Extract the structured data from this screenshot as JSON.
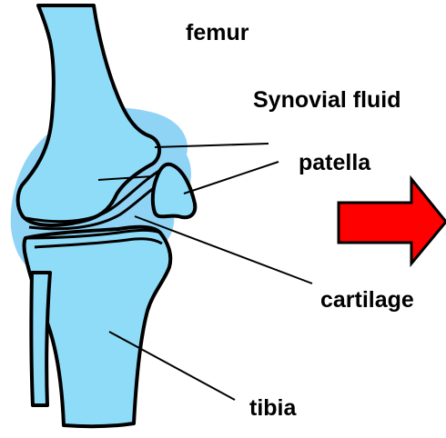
{
  "labels": {
    "femur": "femur",
    "synovial_fluid": "Synovial fluid",
    "patella": "patella",
    "cartilage": "cartilage",
    "tibia": "tibia"
  },
  "colors": {
    "bone": "#8fdcf8",
    "capsule": "#8fd3f5",
    "outline": "#000000",
    "arrow": "#ff0000"
  }
}
